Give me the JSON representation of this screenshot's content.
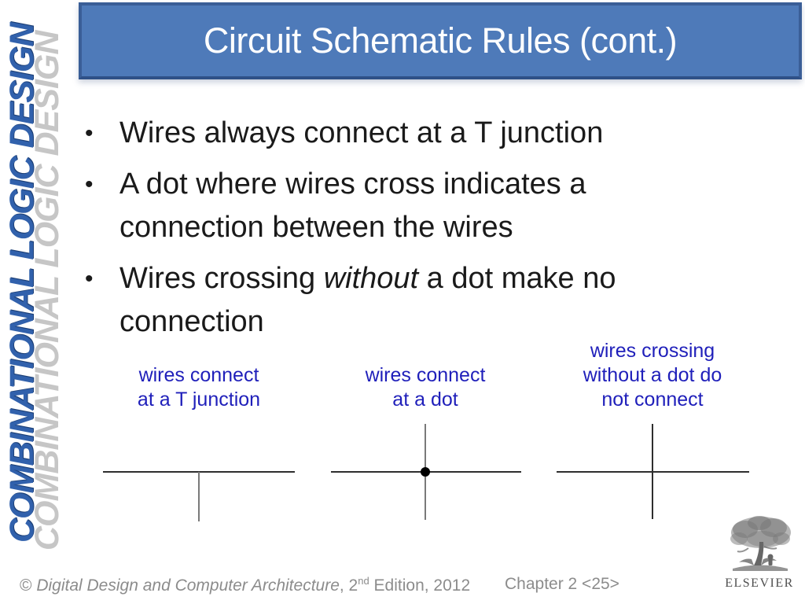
{
  "slide": {
    "title": "Circuit Schematic Rules (cont.)",
    "sidebar_text": "COMBINATIONAL LOGIC DESIGN",
    "bullet_glyph": "•",
    "bullets": {
      "b1": "Wires always connect at a T junction",
      "b2": "A dot where wires cross indicates a connection between the wires",
      "b3_pre": "Wires crossing ",
      "b3_italic": "without",
      "b3_post": " a dot make no connection"
    },
    "diagram_labels": {
      "t": [
        "wires connect",
        "at a T junction"
      ],
      "dot": [
        "wires connect",
        "at a dot"
      ],
      "cross": [
        "wires crossing",
        "without a dot do",
        "not connect"
      ]
    },
    "footer": {
      "copyright_symbol": "© ",
      "book_title": "Digital Design and Computer Architecture",
      "edition_pre": ", 2",
      "edition_sup": "nd",
      "edition_post": " Edition, 2012",
      "chapter_label": "Chapter 2 <25>"
    },
    "logo_text": "ELSEVIER",
    "colors": {
      "title_bar_fill": "#4e7ab9",
      "title_bar_border": "#3a5e97",
      "title_text": "#ffffff",
      "sidebar_blue": "#3161ac",
      "sidebar_echo": "#c6c6c6",
      "label_blue": "#1f1fba",
      "body_text": "#1a1a1a",
      "footer_gray": "#8c8c8c",
      "wire_dark": "#2e2e2e",
      "wire_gray": "#7a7a7a",
      "dot_black": "#000000"
    }
  }
}
